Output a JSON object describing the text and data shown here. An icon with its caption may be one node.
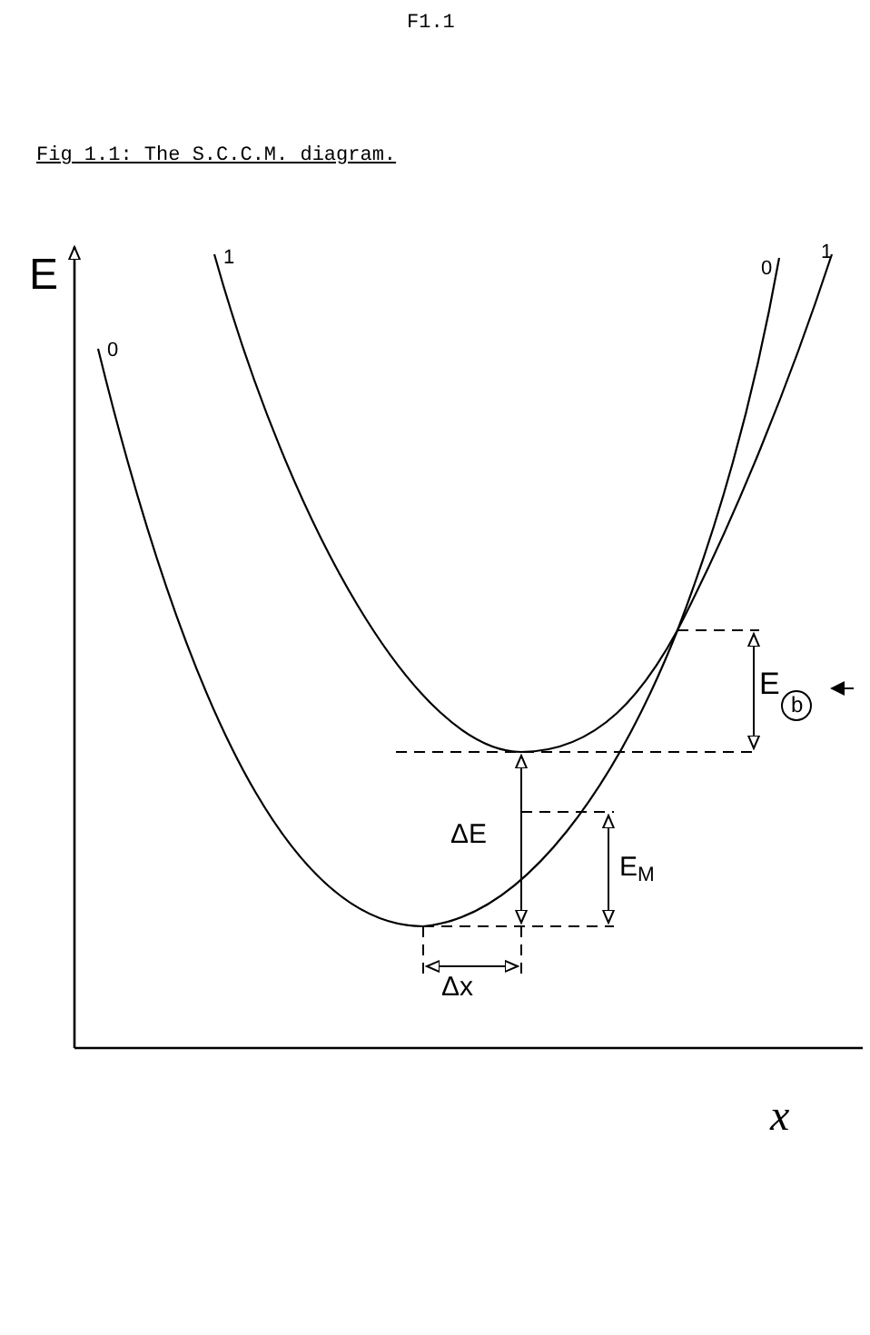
{
  "diagram": {
    "title": "Fig 1.1: The S.C.C.M. diagram.",
    "labels": [
      "F1.1",
      "E",
      "1",
      "0",
      "1",
      "0",
      "E$_{b}$",
      "ΔE",
      "E$_{M}$",
      "Δx",
      "x"
    ]
  }
}
